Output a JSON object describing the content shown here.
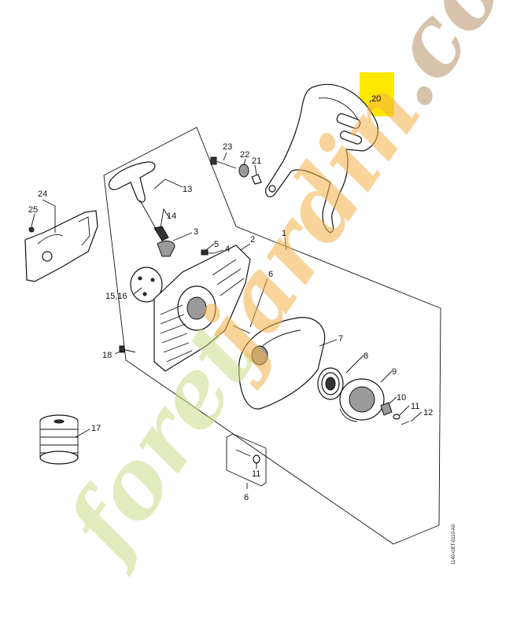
{
  "callouts": {
    "c1": "1",
    "c2": "2",
    "c3": "3",
    "c4": "4",
    "c5": "5",
    "c6a": "6",
    "c6b": "6",
    "c7": "7",
    "c8": "8",
    "c9": "9",
    "c10": "10",
    "c11a": "11",
    "c11b": "11",
    "c12": "12",
    "c13": "13",
    "c14": "14",
    "c15_16": "15,16",
    "c17": "17",
    "c18": "18",
    "c20": ",20",
    "c21": "21",
    "c22": "22",
    "c23": "23",
    "c24": "24",
    "c25": "25"
  },
  "doc_code": "1140-GET-0110-A0",
  "watermark": {
    "text": "foretjardin.com",
    "colors": [
      "#c9dc8a",
      "#f4b24a",
      "#b8926a"
    ]
  },
  "highlight_color": "#ffe800"
}
